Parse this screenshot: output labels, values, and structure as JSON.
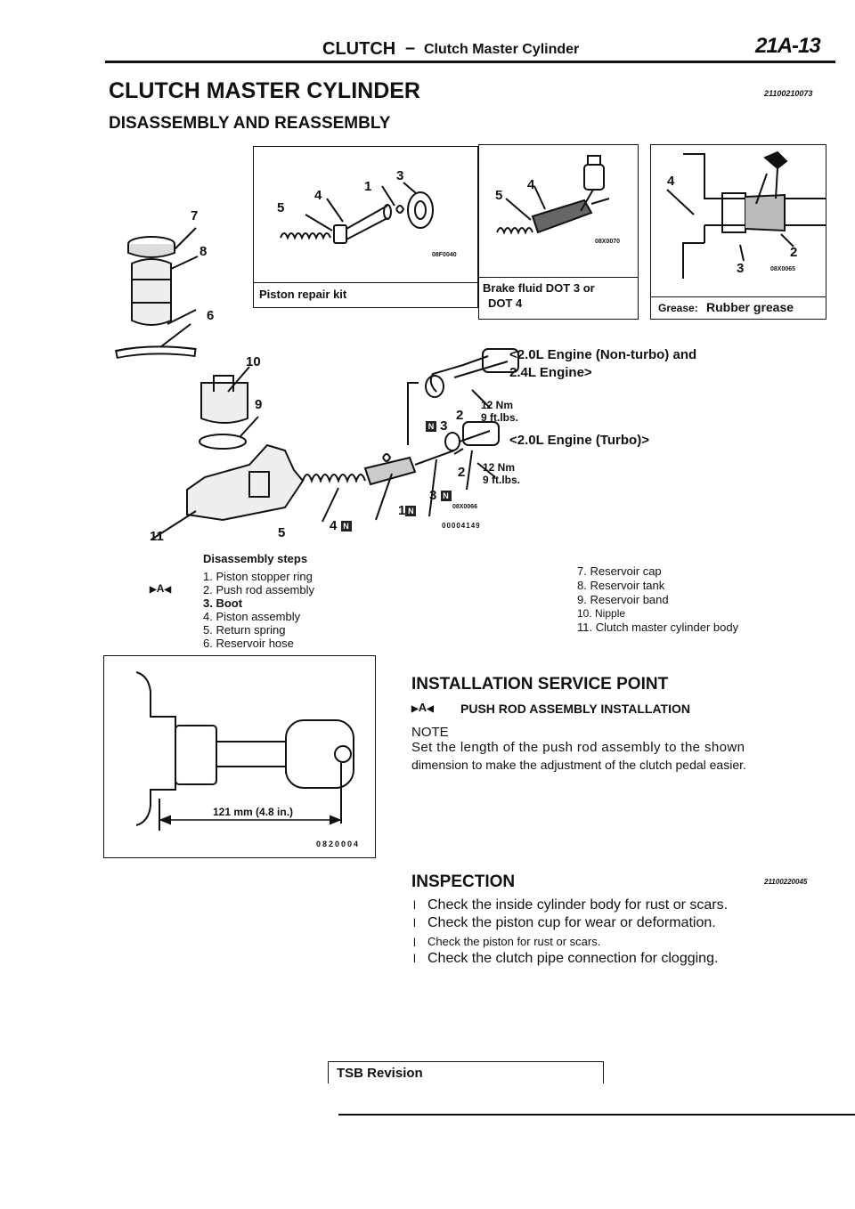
{
  "header": {
    "section": "CLUTCH",
    "dash": "–",
    "subsection": "Clutch Master Cylinder",
    "page_number": "21A-13"
  },
  "title": "CLUTCH MASTER CYLINDER",
  "title_code": "21100210073",
  "subtitle": "DISASSEMBLY AND REASSEMBLY",
  "figure": {
    "box1_caption": "Piston repair kit",
    "box1_code": "08F0040",
    "box2_caption_a": "Brake fluid DOT 3 or",
    "box2_caption_b": "DOT 4",
    "box2_code": "08X0070",
    "box3_caption_label": "Grease:",
    "box3_caption_value": "Rubber grease",
    "box3_code": "08X0065",
    "nonturbo_label_a": "<2.0L Engine (Non-turbo) and",
    "nonturbo_label_b": "2.4L Engine>",
    "turbo_label": "<2.0L Engine (Turbo)>",
    "torque_a": "12 Nm",
    "torque_b": "9 ft.lbs.",
    "code_a": "08X0066",
    "code_b": "00004149",
    "callouts": [
      "1",
      "2",
      "3",
      "4",
      "5",
      "6",
      "7",
      "8",
      "9",
      "10",
      "11"
    ],
    "n_mark": "N"
  },
  "disassembly": {
    "heading": "Disassembly steps",
    "left": [
      "1. Piston stopper ring",
      "2. Push rod assembly",
      "3. Boot",
      "4. Piston assembly",
      "5. Return spring",
      "6. Reservoir hose"
    ],
    "right": [
      "7. Reservoir cap",
      "8. Reservoir tank",
      "9. Reservoir band",
      "10. Nipple",
      "11. Clutch master cylinder body"
    ],
    "marker": "A"
  },
  "pushrod_figure": {
    "dimension": "121 mm (4.8 in.)",
    "code": "0820004"
  },
  "installation": {
    "heading": "INSTALLATION SERVICE POINT",
    "marker": "A",
    "subheading": "PUSH ROD ASSEMBLY INSTALLATION",
    "note_label": "NOTE",
    "note_line1": "Set the length of the push rod assembly to the shown",
    "note_line2": "dimension to make the adjustment of the clutch pedal easier."
  },
  "inspection": {
    "heading": "INSPECTION",
    "code": "21100220045",
    "items": [
      "Check the inside cylinder body for rust or scars.",
      "Check the piston cup for wear or deformation.",
      "Check the piston for rust or scars.",
      "Check the clutch pipe connection for clogging."
    ]
  },
  "footer": {
    "tsb": "TSB Revision"
  }
}
